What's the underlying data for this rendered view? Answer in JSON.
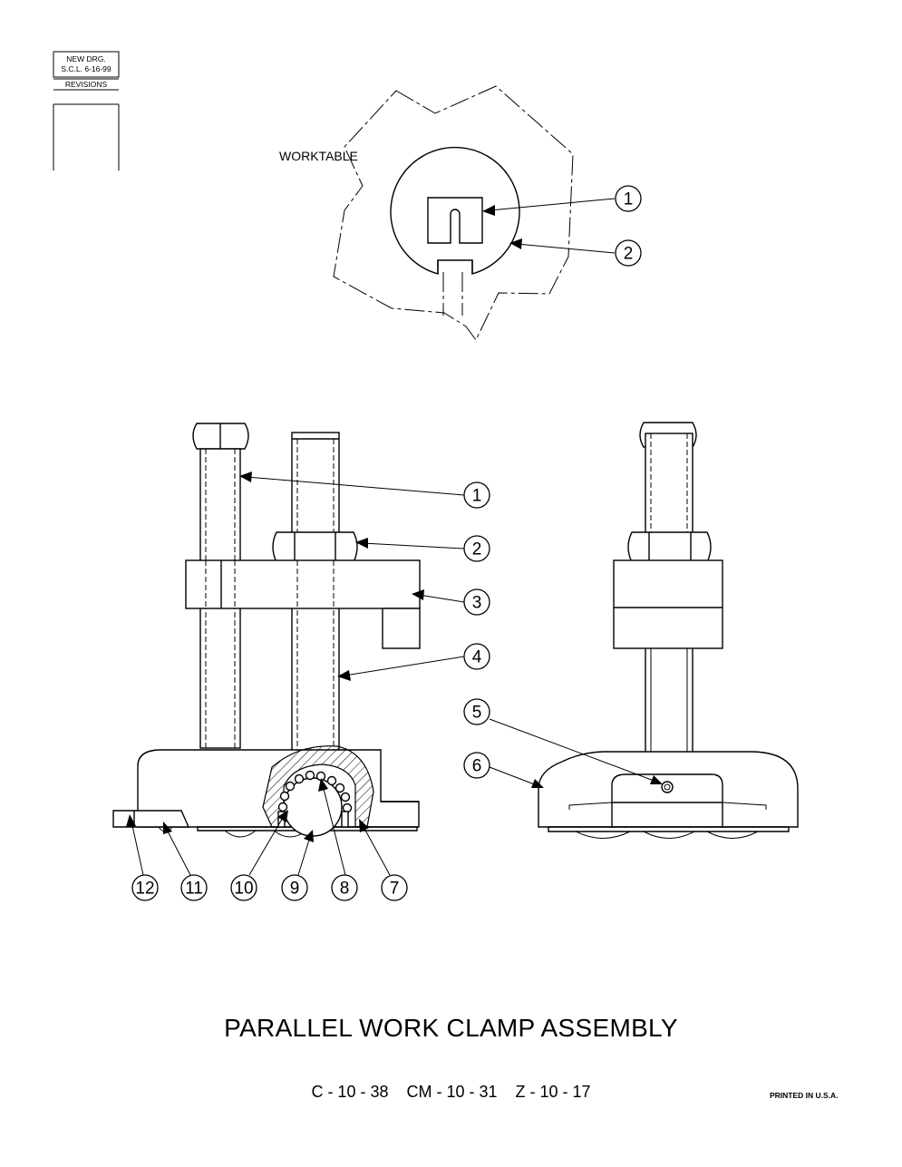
{
  "revision_block": {
    "line1": "NEW DRG.",
    "line2": "S.C.L. 6-16-99",
    "line3": "REVISIONS"
  },
  "top_view": {
    "worktable_label": "WORKTABLE",
    "callouts": [
      "1",
      "2"
    ]
  },
  "front_view": {
    "right_callouts": [
      "1",
      "2",
      "3",
      "4"
    ],
    "bottom_callouts": [
      "12",
      "11",
      "10",
      "9",
      "8",
      "7"
    ]
  },
  "side_view": {
    "callouts": [
      "5",
      "6"
    ]
  },
  "title": "PARALLEL WORK CLAMP ASSEMBLY",
  "model_numbers": "C - 10 - 38    CM - 10 - 31    Z - 10 - 17",
  "printed_note": "PRINTED IN U.S.A."
}
